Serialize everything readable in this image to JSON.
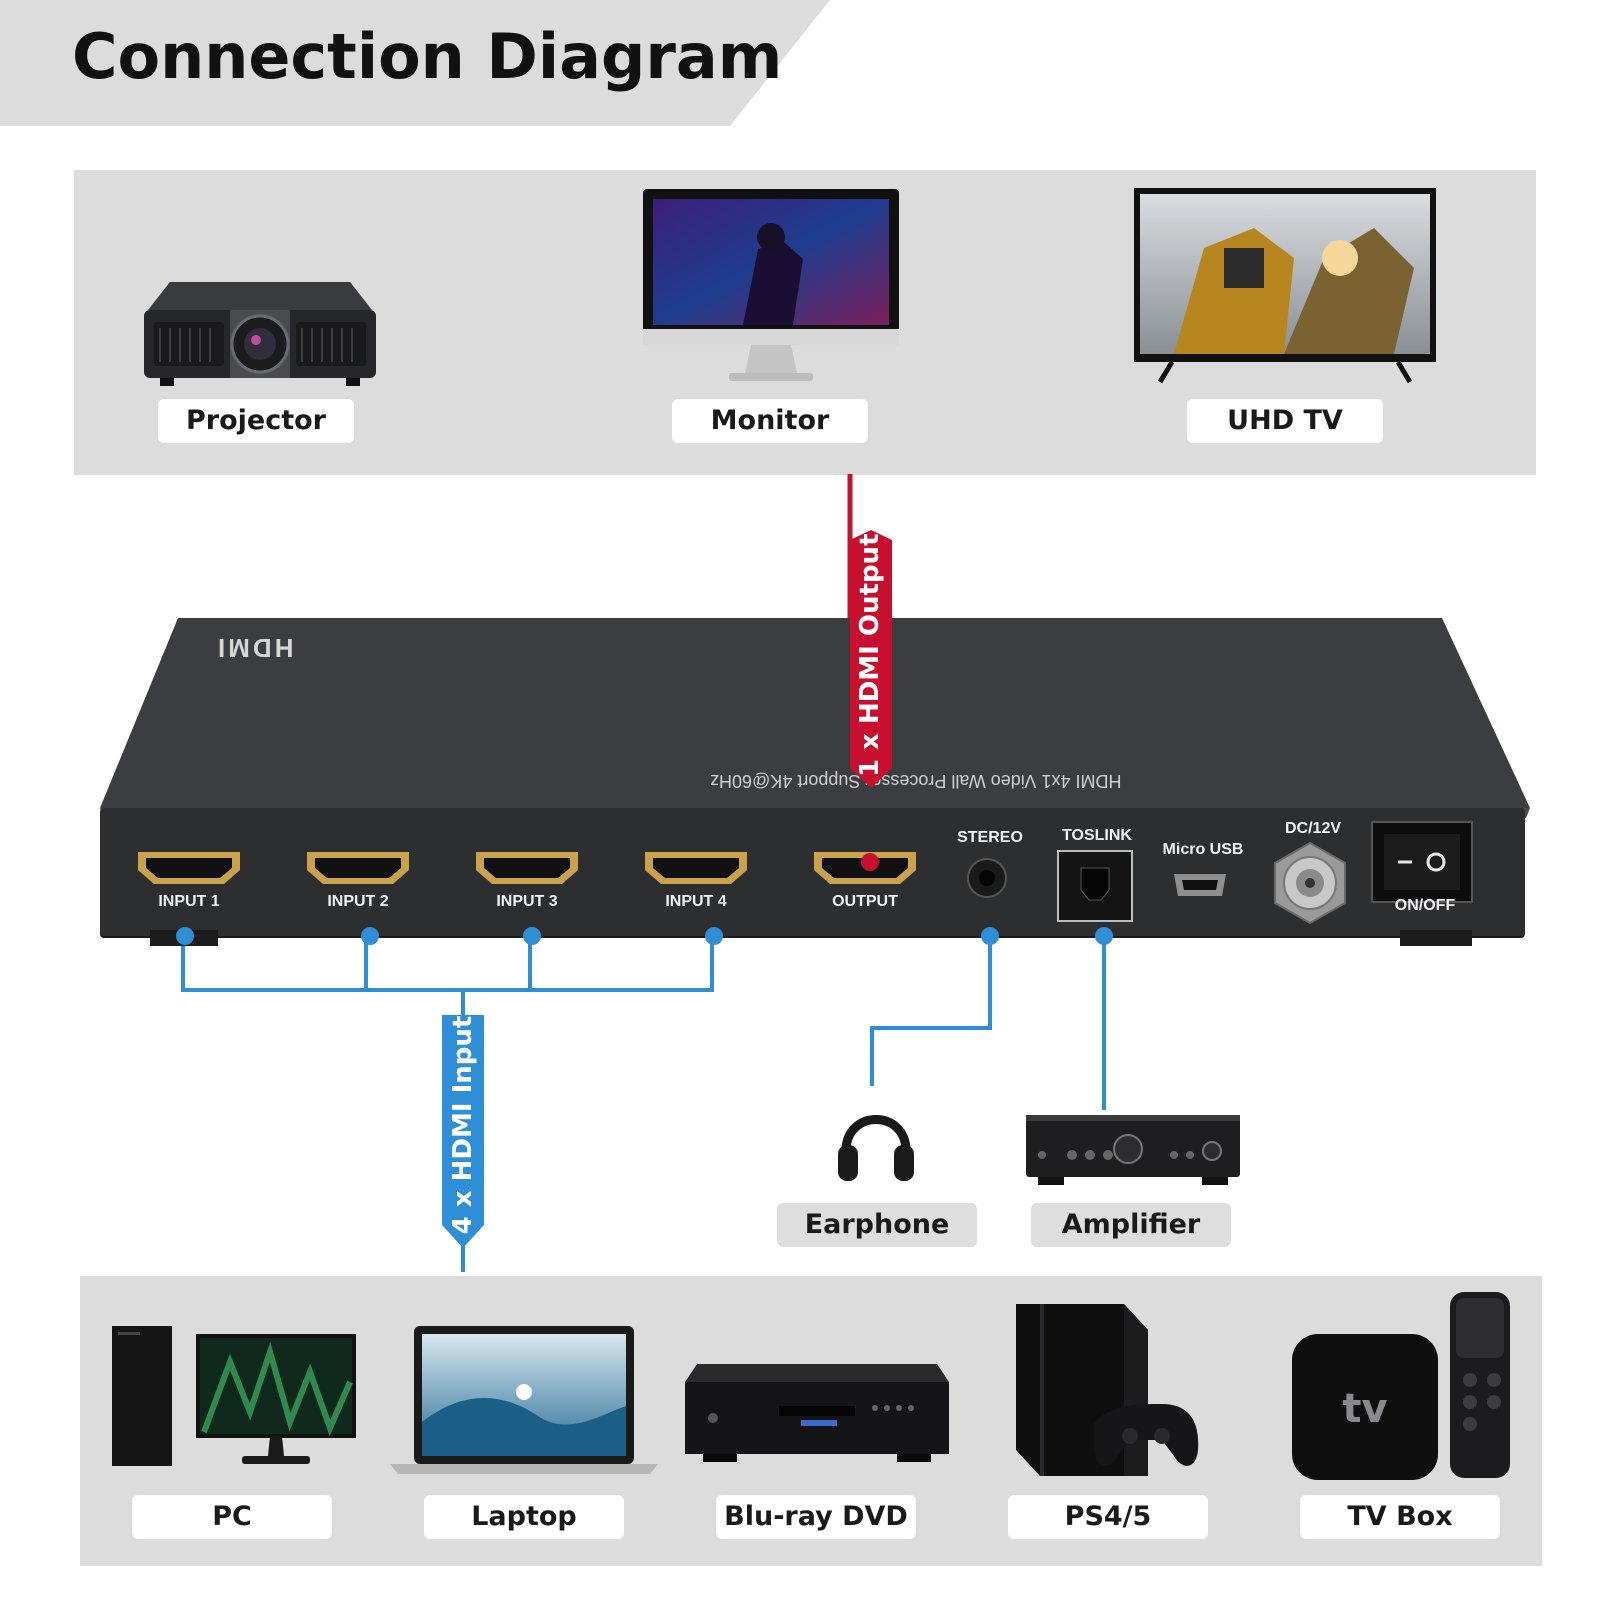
{
  "header": {
    "title": "Connection Diagram"
  },
  "output_devices": [
    {
      "label": "Projector",
      "icon": "projector-icon"
    },
    {
      "label": "Monitor",
      "icon": "monitor-icon"
    },
    {
      "label": "UHD TV",
      "icon": "tv-icon"
    }
  ],
  "device": {
    "product_name": "HDMI 4x1 Video Wall Processor Support 4K@60Hz",
    "logo_text": "HDMI",
    "ports": {
      "input_1": "INPUT 1",
      "input_2": "INPUT 2",
      "input_3": "INPUT 3",
      "input_4": "INPUT 4",
      "output": "OUTPUT",
      "stereo": "STEREO",
      "toslink": "TOSLINK",
      "micro_usb": "Micro USB",
      "dc": "DC/12V",
      "power": "ON/OFF"
    }
  },
  "connections": {
    "output_label": "1 x HDMI Output",
    "input_label": "4 x HDMI Input"
  },
  "audio_devices": [
    {
      "label": "Earphone",
      "icon": "headphones-icon"
    },
    {
      "label": "Amplifier",
      "icon": "amplifier-icon"
    }
  ],
  "source_devices": [
    {
      "label": "PC",
      "icon": "pc-icon"
    },
    {
      "label": "Laptop",
      "icon": "laptop-icon"
    },
    {
      "label": "Blu-ray DVD",
      "icon": "bluray-player-icon"
    },
    {
      "label": "PS4/5",
      "icon": "game-console-icon"
    },
    {
      "label": "TV Box",
      "icon": "tv-box-icon"
    }
  ],
  "colors": {
    "output_line": "#c8102e",
    "input_line": "#2f8fd6",
    "panel": "#dcdcdc",
    "device_body": "#2d2e30"
  }
}
